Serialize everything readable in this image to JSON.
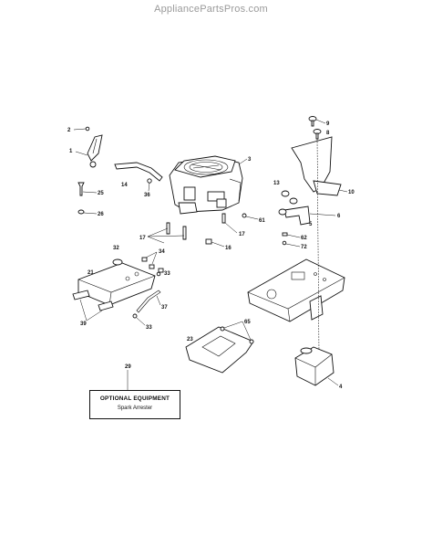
{
  "watermark": "AppliancePartsPros.com",
  "callouts": {
    "c1": "1",
    "c2": "2",
    "c3": "3",
    "c4": "4",
    "c5": "5",
    "c6": "6",
    "c8": "8",
    "c9": "9",
    "c10": "10",
    "c13": "13",
    "c14": "14",
    "c16": "16",
    "c17a": "17",
    "c17b": "17",
    "c21": "21",
    "c23": "23",
    "c25": "25",
    "c26": "26",
    "c29": "29",
    "c32": "32",
    "c33a": "33",
    "c33b": "33",
    "c34": "34",
    "c36": "36",
    "c37": "37",
    "c39": "39",
    "c61": "61",
    "c62": "62",
    "c65": "65",
    "c72": "72"
  },
  "optional_box": {
    "title": "OPTIONAL EQUIPMENT",
    "subtitle": "Spark Arrester"
  }
}
